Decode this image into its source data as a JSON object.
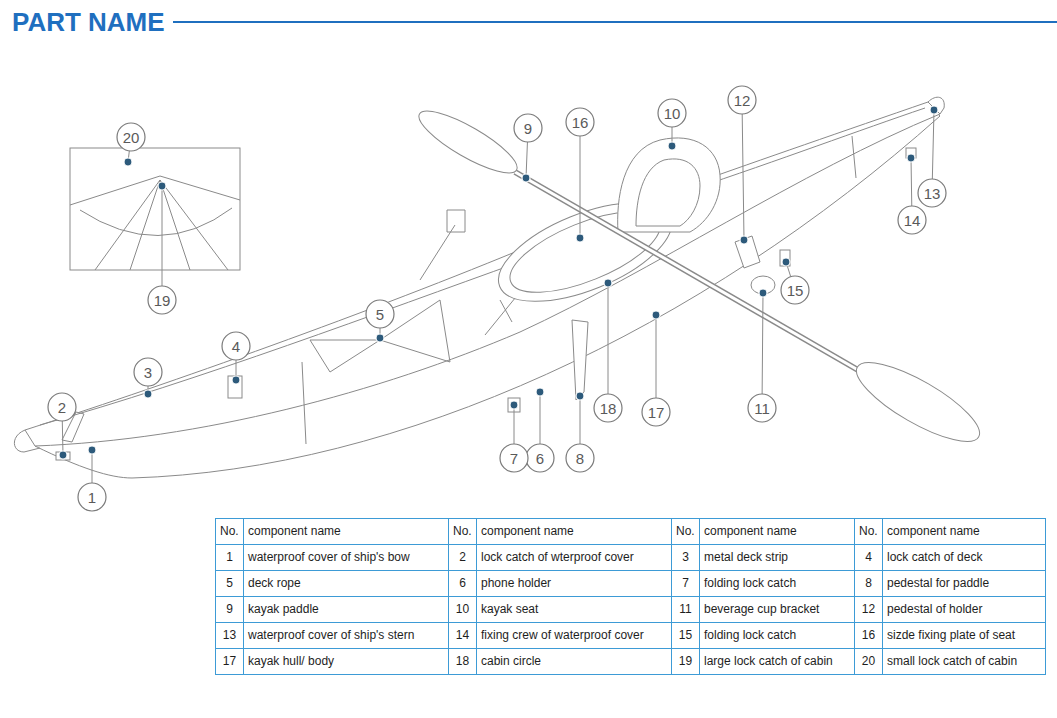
{
  "diagram": {
    "title": "PART NAME",
    "labels": [
      "1",
      "2",
      "3",
      "4",
      "5",
      "6",
      "7",
      "8",
      "9",
      "10",
      "11",
      "12",
      "13",
      "14",
      "15",
      "16",
      "17",
      "18",
      "19",
      "20",
      "No.",
      "component name",
      "No.",
      "component name",
      "No.",
      "component name",
      "No.",
      "component name",
      "1",
      "waterproof cover of ship's bow",
      "2",
      "lock catch of wterproof cover",
      "3",
      "metal deck strip",
      "4",
      "lock catch of deck",
      "5",
      "deck rope",
      "6",
      "phone holder",
      "7",
      "folding lock catch",
      "8",
      "pedestal for paddle",
      "9",
      "kayak paddle",
      "10",
      "kayak seat",
      "11",
      "beverage cup bracket",
      "12",
      "pedestal of holder",
      "13",
      "waterproof cover of ship's stern",
      "14",
      "fixing crew of waterproof cover",
      "15",
      "folding lock catch",
      "16",
      "sizde fixing plate of seat",
      "17",
      "kayak hull/ body",
      "18",
      "cabin circle",
      "19",
      "large lock catch of cabin",
      "20",
      "small lock catch of cabin"
    ]
  }
}
